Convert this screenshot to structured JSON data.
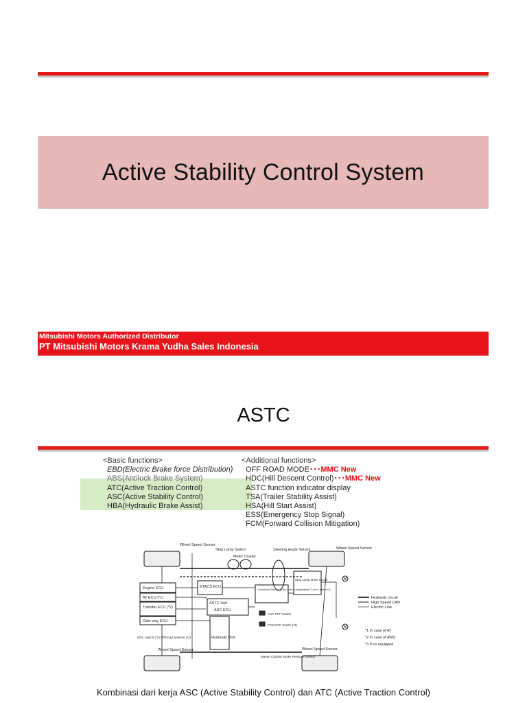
{
  "slide1": {
    "title": "Active Stability Control System",
    "distributor_line1": "Mitsubishi Motors Authorized Distributor",
    "distributor_line2": "PT Mitsubishi Motors Krama Yudha Sales Indonesia"
  },
  "slide2": {
    "title": "ASTC",
    "basic_header": "<Basic functions>",
    "basic_functions": [
      "EBD(Electric Brake force Distribution)",
      "ABS(Antilock Brake System)",
      "ATC(Active Traction Control)",
      "ASC(Active Stability Control)",
      "HBA(Hydraulic Brake Assist)"
    ],
    "additional_header": "<Additional functions>",
    "additional_functions": [
      {
        "text": "OFF ROAD MODE",
        "tag": "･･･MMC New"
      },
      {
        "text": "HDC(Hill Descent Control)",
        "tag": "･･･MMC New"
      },
      {
        "text": "ASTC function indicator display",
        "tag": ""
      },
      {
        "text": "TSA(Trailer Stability Assist)",
        "tag": ""
      },
      {
        "text": "HSA(Hill Start Assist)",
        "tag": ""
      },
      {
        "text": "ESS(Emergency Stop Signal)",
        "tag": ""
      },
      {
        "text": "FCM(Forward Collision Mitigation)",
        "tag": ""
      }
    ],
    "diagram": {
      "labels": {
        "wheel_speed_sensor_tl": "Wheel Speed Sensor",
        "stop_lamp_switch": "Stop Lamp Switch",
        "meter_cluster": "Meter Cluster",
        "steering_angle_sensor": "Steering Angle Sensor",
        "wheel_speed_sensor_tr": "Wheel Speed Sensor",
        "engine_ecu": "Engine ECU",
        "at_ecu": "AT ECU (*1)",
        "transfer_ecu": "Transfer ECU (*2)",
        "gateway_ecu": "Gate way ECU",
        "etacs_ecu": "ETACS ECU",
        "astc_unit": "ASTC Unit",
        "asc_ecu": "ASC ECU",
        "combined_sensor": "Combined Sensor (Yaw Rate, Longitudinal G And Lateral G)",
        "stop_lamp_drive": "Stop Lamp Drive Circuit",
        "asc_off_switch": "ASC OFF Switch",
        "fcm_off_switch": "FCM OFF Switch (*3)",
        "hdc_switch": "HDC Switch (*2)",
        "off_road_selector": "Off Road Selector (*2)",
        "hydraulic_unit": "Hydraulic Unit",
        "wheel_speed_sensor_bl": "Wheel Speed Sensor",
        "wheel_speed_sensor_br": "Wheel Speed Sensor",
        "master_cylinder": "Master Cylinder Brake Pressure Sensor"
      },
      "legend": [
        "Hydraulic circuit",
        "High Speed CAN",
        "Electric Line"
      ],
      "notes": [
        "*1 In case of AT",
        "*2 In case of 4WD",
        "*3 If so equipped"
      ]
    },
    "caption": "Kombinasi dari kerja ASC (Active Stability Control) dan ATC (Active Traction Control)"
  }
}
